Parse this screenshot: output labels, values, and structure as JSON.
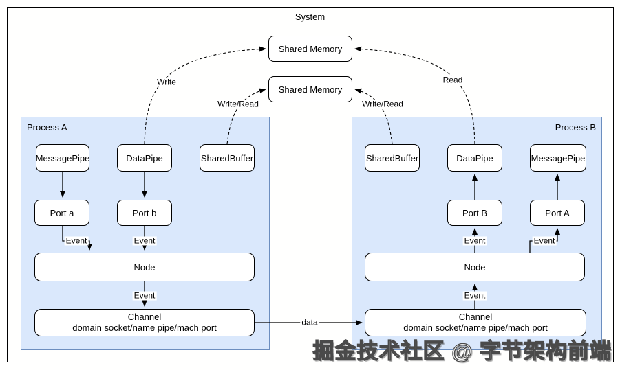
{
  "system_label": "System",
  "shared_memory_label": "Shared Memory",
  "process_a": {
    "label": "Process A",
    "message_pipe": "MessagePipe",
    "data_pipe": "DataPipe",
    "shared_buffer": "SharedBuffer",
    "port_a": "Port a",
    "port_b": "Port b",
    "node": "Node",
    "channel_line1": "Channel",
    "channel_line2": "domain socket/name pipe/mach port"
  },
  "process_b": {
    "label": "Process B",
    "shared_buffer": "SharedBuffer",
    "data_pipe": "DataPipe",
    "message_pipe": "MessagePipe",
    "port_b": "Port B",
    "port_a": "Port A",
    "node": "Node",
    "channel_line1": "Channel",
    "channel_line2": "domain socket/name pipe/mach port"
  },
  "labels": {
    "write": "Write",
    "read": "Read",
    "write_read": "Write/Read",
    "event": "Event",
    "data": "data"
  },
  "watermark": "掘金技术社区 @ 字节架构前端",
  "colors": {
    "background": "#fffffe",
    "process_fill": "#dae8fc",
    "process_border": "#6c8ebf",
    "box_fill": "#ffffff",
    "box_border": "#000000",
    "line": "#000000"
  }
}
